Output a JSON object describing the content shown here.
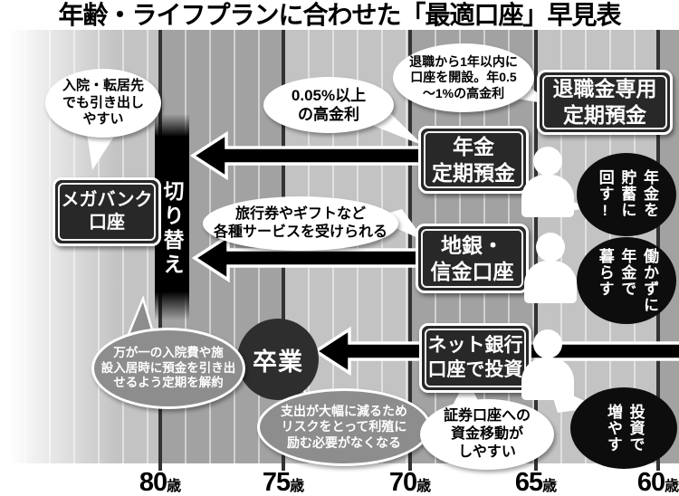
{
  "title": "年齢・ライフプランに合わせた「最適口座」早見表",
  "colors": {
    "band_light": "#c3c3c3",
    "band_dark": "#a2a2a2",
    "box_bg": "#282828",
    "gray_bubble": "#8d8d8d",
    "arrow": "#000000",
    "text_on_dark": "#ffffff"
  },
  "switch_bar": {
    "label": "切り替え"
  },
  "graduation": {
    "label": "卒業"
  },
  "boxes": {
    "megabank": {
      "label": "メガバンク\n口座"
    },
    "pension_deposit": {
      "label": "年金\n定期預金"
    },
    "retirement_deposit": {
      "label": "退職金専用\n定期預金"
    },
    "regional_bank": {
      "label": "地銀・\n信金口座"
    },
    "net_bank": {
      "label": "ネット銀行\n口座で投資"
    }
  },
  "bubbles": {
    "withdraw_easy": {
      "text": "入院・転居先\nでも引き出し\nやすい"
    },
    "high_interest": {
      "text": "0.05%以上\nの高金利"
    },
    "retirement_note": {
      "text": "退職から1年以内に\n口座を開設。年0.5\n〜1%の高金利"
    },
    "services": {
      "text": "旅行券やギフトなど\n各種サービスを受けられる"
    },
    "emergency": {
      "text": "万が一の入院費や施\n設入居時に預金を引き出\nせるよう定期を解約"
    },
    "less_risk": {
      "text": "支出が大幅に減るため\nリスクをとって利殖に\n励む必要がなくなる"
    },
    "securities": {
      "text": "証券口座への\n資金移動が\nしやすい"
    }
  },
  "speech": {
    "save_pension": {
      "text": "年金を\n貯蓄に\n回す!"
    },
    "live_on_pension": {
      "text": "働かずに\n年金で\n暮らす"
    },
    "grow_by_invest": {
      "text": "投資で\n増やす"
    }
  },
  "axis": {
    "labels": [
      {
        "num": "80",
        "suffix": "歳"
      },
      {
        "num": "75",
        "suffix": "歳"
      },
      {
        "num": "70",
        "suffix": "歳"
      },
      {
        "num": "65",
        "suffix": "歳"
      },
      {
        "num": "60",
        "suffix": "歳"
      }
    ]
  }
}
